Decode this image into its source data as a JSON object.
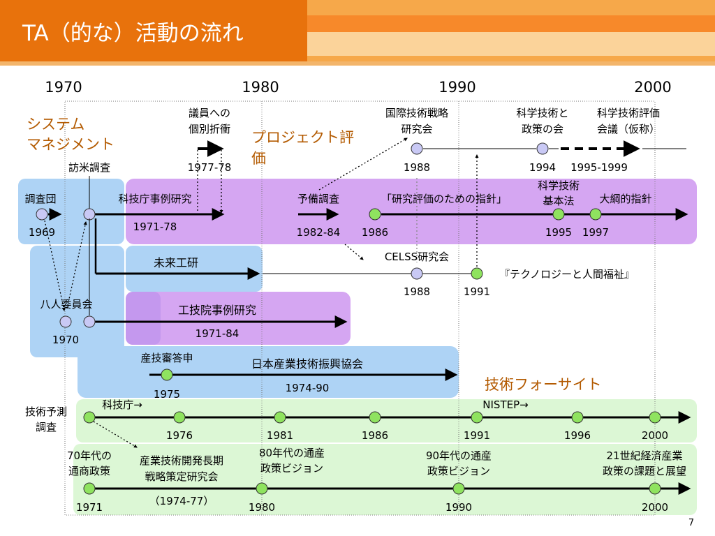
{
  "title": "TA（的な）活動の流れ",
  "page_number": "7",
  "decades": [
    "1970",
    "1980",
    "1990",
    "2000"
  ],
  "colors": {
    "header_orange": "#e8720c",
    "header_light": "#f6a84a",
    "header_pale": "#fbd39a",
    "blue_band": "#aed3f5",
    "purple_band": "#d5a6f2",
    "green_band": "#dcf7d5",
    "node_purple": "#c9c9f5",
    "node_green": "#8fe35f",
    "handwriting": "#b35a00"
  },
  "categories": {
    "system_management": [
      "システム",
      "マネジメント"
    ],
    "project_eval": [
      "プロジェクト評",
      "価"
    ],
    "tech_foresight": "技術フォーサイト"
  },
  "labels": {
    "giin": [
      "議員への",
      "個別折衝"
    ],
    "giin_year": "1977-78",
    "kokusai": [
      "国際技術戦略",
      "研究会"
    ],
    "kokusai_year": "1988",
    "kagaku_seisaku": [
      "科学技術と",
      "政策の会"
    ],
    "kagaku_seisaku_year": "1994",
    "hyoka_kaigi": [
      "科学技術評価",
      "会議（仮称）"
    ],
    "hyoka_kaigi_year": "1995-1999",
    "homei": "訪米調査",
    "chosadan": "調査団",
    "chosadan_year": "1969",
    "kagicho": "科技庁事例研究",
    "kagicho_year": "1971-78",
    "yobi": "予備調査",
    "yobi_year": "1982-84",
    "shishin": "「研究評価のための指針」",
    "shishin_year": "1986",
    "kihonho": [
      "科学技術",
      "基本法"
    ],
    "kihonho_year": "1995",
    "taiko": "大綱的指針",
    "taiko_year": "1997",
    "celss": "CELSS研究会",
    "celss_year": "1988",
    "mirai": "未来工研",
    "technology": "『テクノロジーと人間福祉』",
    "technology_year": "1991",
    "hachinin": "八人委員会",
    "hachinin_year": "1970",
    "kogiin": "工技院事例研究",
    "kogiin_year": "1971-84",
    "sangishin": "産技審答申",
    "sangishin_year": "1975",
    "nihon_sangyo": "日本産業技術振興協会",
    "nihon_sangyo_year": "1974-90",
    "yosoku": [
      "技術予測",
      "調査"
    ],
    "kagicho_arrow": "科技庁→",
    "nistep": "NISTEP→",
    "foresight_years": [
      "1976",
      "1981",
      "1986",
      "1991",
      "1996",
      "2000"
    ],
    "tsusho70": [
      "70年代の",
      "通商政策"
    ],
    "sangyo_kaihatsu": [
      "産業技術開発長期",
      "戦略策定研究会"
    ],
    "sangyo_kaihatsu_year": "（1974-77）",
    "tsusho80": [
      "80年代の通産",
      "政策ビジョン"
    ],
    "tsusho90": [
      "90年代の通産",
      "政策ビジョン"
    ],
    "seiki21": [
      "21世紀経済産業",
      "政策の課題と展望"
    ],
    "policy_years": [
      "1971",
      "1980",
      "1990",
      "2000"
    ]
  }
}
